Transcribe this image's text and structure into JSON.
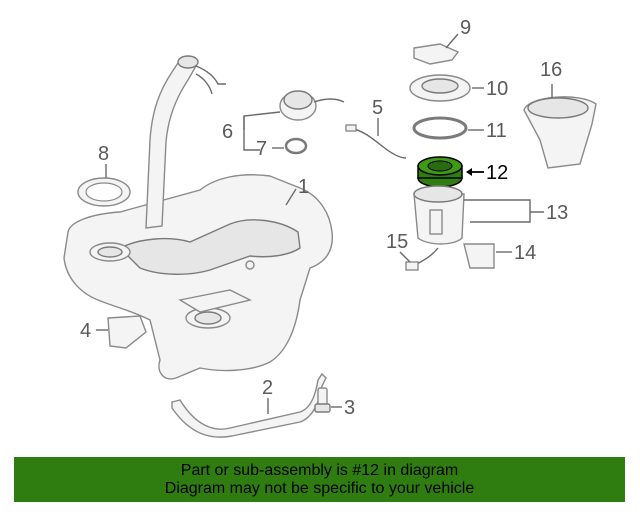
{
  "callouts": {
    "c1": "1",
    "c2": "2",
    "c3": "3",
    "c4": "4",
    "c5": "5",
    "c6": "6",
    "c7": "7",
    "c8": "8",
    "c9": "9",
    "c10": "10",
    "c11": "11",
    "c12": "12",
    "c13": "13",
    "c14": "14",
    "c15": "15",
    "c16": "16"
  },
  "highlight": {
    "part_number": "12",
    "color": "#2f7d11"
  },
  "banner": {
    "line1": "Part or sub-assembly is #12 in diagram",
    "line2": "Diagram may not be specific to your vehicle",
    "color": "#2f7d11"
  }
}
